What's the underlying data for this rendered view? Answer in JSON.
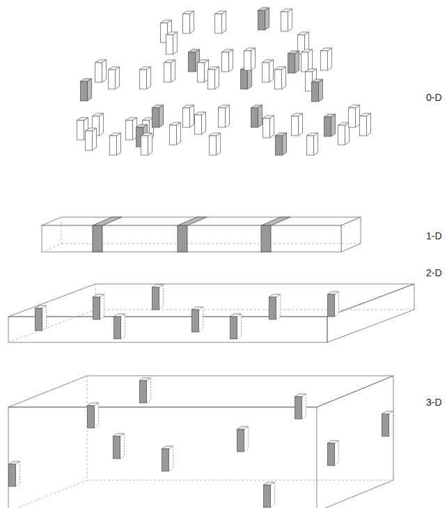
{
  "diagram": {
    "labels": [
      "0-D",
      "1-D",
      "2-D",
      "3-D"
    ]
  }
}
